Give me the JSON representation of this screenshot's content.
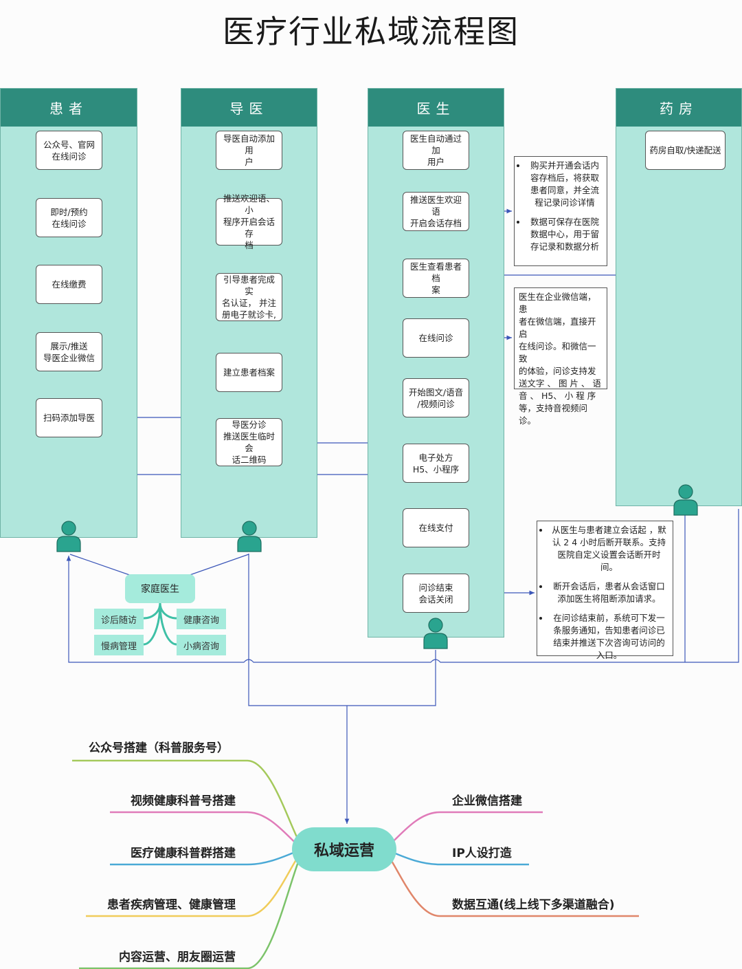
{
  "title": "医疗行业私域流程图",
  "lanes": {
    "patient": "患者",
    "guide": "导医",
    "doctor": "医生",
    "pharmacy": "药房"
  },
  "patient_nodes": [
    "公众号、官网\n在线问诊",
    "即时/预约\n在线问诊",
    "在线缴费",
    "展示/推送\n导医企业微信",
    "扫码添加导医"
  ],
  "guide_nodes": [
    "导医自动添加用\n户",
    "推送欢迎语、小\n程序开启会话存\n档",
    "引导患者完成实\n名认证， 并注\n册电子就诊卡,",
    "建立患者档案",
    "导医分诊\n推送医生临时会\n话二维码"
  ],
  "doctor_nodes": [
    "医生自动通过加\n用户",
    "推送医生欢迎语\n开启会话存档",
    "医生查看患者档\n案",
    "在线问诊",
    "开始图文/语音\n/视频问诊",
    "电子处方\nH5、小程序",
    "在线支付",
    "问诊结束\n会话关闭"
  ],
  "pharmacy_nodes": [
    "药房自取/快递配送"
  ],
  "notes": {
    "archive": [
      "购买并开通会话内\n容存档后，将获取\n患者同意，并全流\n程记录问诊详情",
      "数据可保存在医院\n数据中心，用于留\n存记录和数据分析"
    ],
    "consult": "医生在企业微信端，患\n者在微信端，直接开启\n在线问诊。和微信一致\n的体验，问诊支持发\n送文字 、 图 片 、 语\n音 、 H5、 小 程 序\n等，支持音视频问诊。",
    "session": [
      "从医生与患者建立会话起 ，默\n认 2 4 小时后断开联系。支持\n医院自定义设置会话断开时\n间。",
      "断开会话后，患者从会话窗口\n添加医生将阻断添加请求。",
      "在问诊结束前，系统可下发一\n条服务通知，告知患者问诊已\n结束并推送下次咨询可访问的\n入口。"
    ]
  },
  "family_doctor": {
    "center": "家庭医生",
    "leaves": [
      "诊后随访",
      "健康咨询",
      "慢病管理",
      "小病咨询"
    ]
  },
  "mindmap": {
    "center": "私域运营",
    "left": [
      "公众号搭建（科普服务号）",
      "视频健康科普号搭建",
      "医疗健康科普群搭建",
      "患者疾病管理、健康管理",
      "内容运营、朋友圈运营"
    ],
    "right": [
      "企业微信搭建",
      "IP人设打造",
      "数据互通(线上线下多渠道融合)"
    ],
    "branch_colors": [
      "#a4c95b",
      "#e07bb9",
      "#4aa9d6",
      "#f0cc5a",
      "#7cc36a",
      "#e07bb9",
      "#4aa9d6",
      "#e0866a"
    ]
  },
  "colors": {
    "lane_fill": "#b0e6dc",
    "lane_header": "#2e8c7d",
    "connector": "#3b56b8",
    "person": "#2aa48f"
  }
}
